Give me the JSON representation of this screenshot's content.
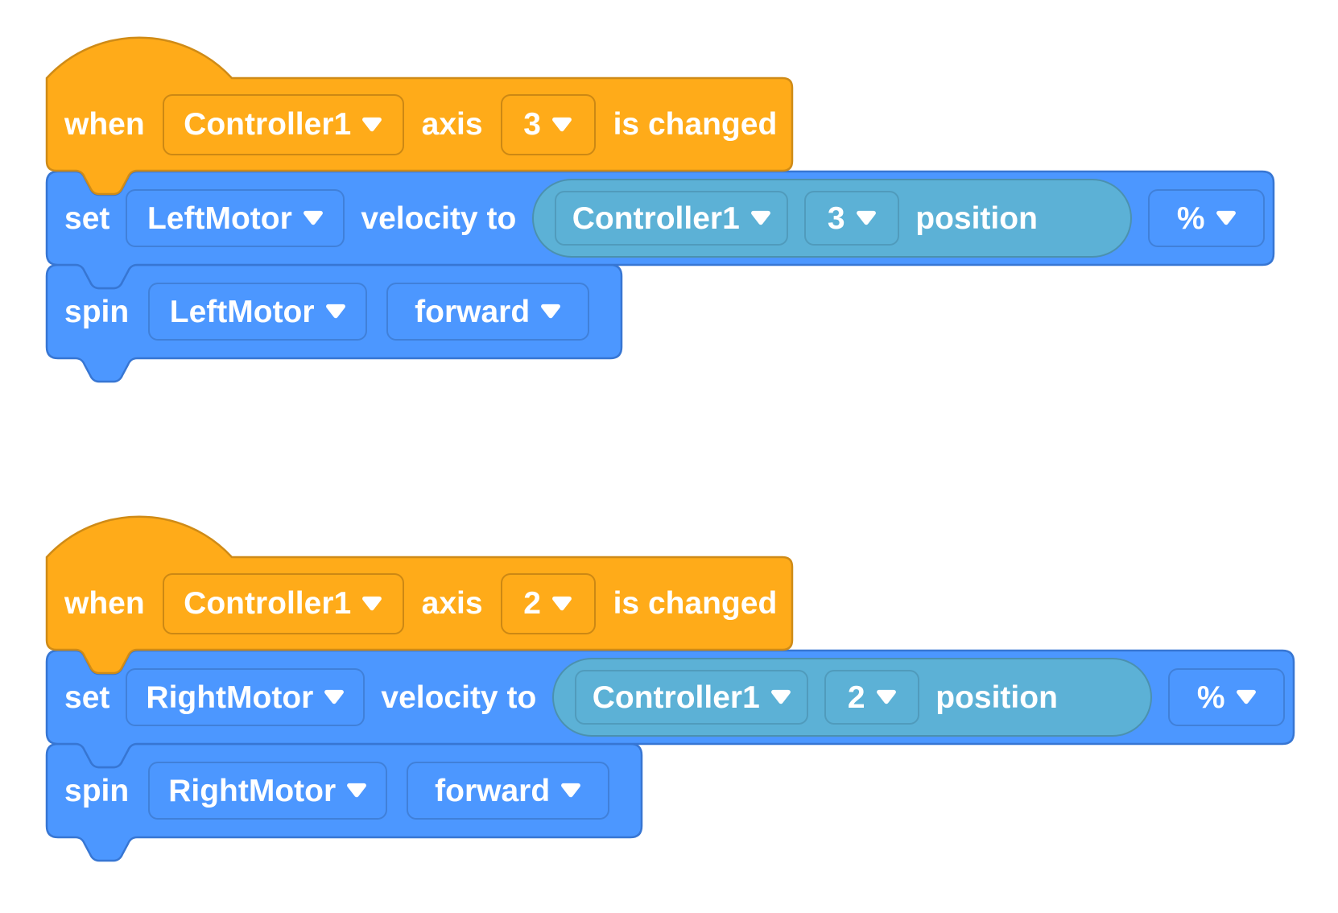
{
  "colors": {
    "canvas_background": "#FFFFFF",
    "events_block_fill": "#FFAB19",
    "events_block_outline": "#CF8B17",
    "motion_block_fill": "#4C97FF",
    "motion_block_outline": "#3776D3",
    "sensing_reporter_fill": "#5CB1D6",
    "block_text": "#FFFFFF"
  },
  "scripts": [
    {
      "hat": {
        "when_label": "when",
        "controller": "Controller1",
        "axis_label": "axis",
        "axis": "3",
        "changed_label": "is changed"
      },
      "set_velocity": {
        "set_label": "set",
        "motor": "LeftMotor",
        "velocity_label": "velocity to",
        "unit": "%",
        "reporter": {
          "controller": "Controller1",
          "axis": "3",
          "position_label": "position"
        }
      },
      "spin": {
        "spin_label": "spin",
        "motor": "LeftMotor",
        "direction": "forward"
      }
    },
    {
      "hat": {
        "when_label": "when",
        "controller": "Controller1",
        "axis_label": "axis",
        "axis": "2",
        "changed_label": "is changed"
      },
      "set_velocity": {
        "set_label": "set",
        "motor": "RightMotor",
        "velocity_label": "velocity to",
        "unit": "%",
        "reporter": {
          "controller": "Controller1",
          "axis": "2",
          "position_label": "position"
        }
      },
      "spin": {
        "spin_label": "spin",
        "motor": "RightMotor",
        "direction": "forward"
      }
    }
  ]
}
